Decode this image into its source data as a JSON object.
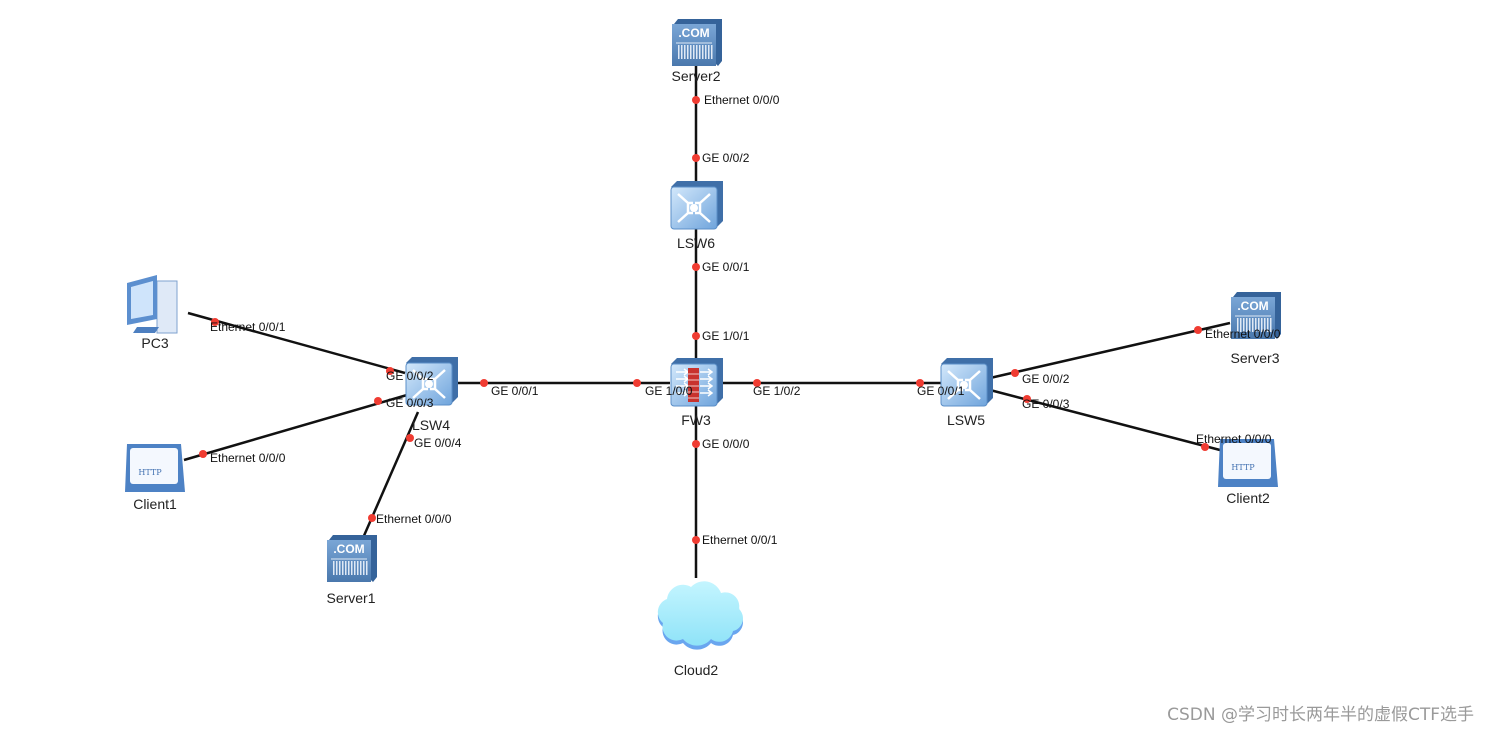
{
  "icon_text": {
    "server": ".COM",
    "client": "HTTP"
  },
  "colors": {
    "link": "#111111",
    "port_dot": "#f03c32",
    "device_blue": "#5a8cc4",
    "cloud": "#a8ecfb"
  },
  "nodes": [
    {
      "id": "server2",
      "name": "Server2",
      "type": "server"
    },
    {
      "id": "lsw6",
      "name": "LSW6",
      "type": "switch"
    },
    {
      "id": "fw3",
      "name": "FW3",
      "type": "firewall"
    },
    {
      "id": "cloud2",
      "name": "Cloud2",
      "type": "cloud"
    },
    {
      "id": "lsw4",
      "name": "LSW4",
      "type": "switch"
    },
    {
      "id": "lsw5",
      "name": "LSW5",
      "type": "switch"
    },
    {
      "id": "pc3",
      "name": "PC3",
      "type": "pc"
    },
    {
      "id": "client1",
      "name": "Client1",
      "type": "client"
    },
    {
      "id": "server1",
      "name": "Server1",
      "type": "server"
    },
    {
      "id": "server3",
      "name": "Server3",
      "type": "server"
    },
    {
      "id": "client2",
      "name": "Client2",
      "type": "client"
    }
  ],
  "links": [
    {
      "a": "server2",
      "b": "lsw6",
      "a_port": "Ethernet 0/0/0",
      "b_port": "GE 0/0/2"
    },
    {
      "a": "lsw6",
      "b": "fw3",
      "a_port": "GE 0/0/1",
      "b_port": "GE 1/0/1"
    },
    {
      "a": "fw3",
      "b": "cloud2",
      "a_port": "GE 0/0/0",
      "b_port": "Ethernet 0/0/1"
    },
    {
      "a": "lsw4",
      "b": "fw3",
      "a_port": "GE 0/0/1",
      "b_port": "GE 1/0/0"
    },
    {
      "a": "fw3",
      "b": "lsw5",
      "a_port": "GE 1/0/2",
      "b_port": "GE 0/0/1"
    },
    {
      "a": "pc3",
      "b": "lsw4",
      "a_port": "Ethernet 0/0/1",
      "b_port": "GE 0/0/2"
    },
    {
      "a": "client1",
      "b": "lsw4",
      "a_port": "Ethernet 0/0/0",
      "b_port": "GE 0/0/3"
    },
    {
      "a": "server1",
      "b": "lsw4",
      "a_port": "Ethernet 0/0/0",
      "b_port": "GE 0/0/4"
    },
    {
      "a": "lsw5",
      "b": "server3",
      "a_port": "GE 0/0/2",
      "b_port": "Ethernet 0/0/0"
    },
    {
      "a": "lsw5",
      "b": "client2",
      "a_port": "GE 0/0/3",
      "b_port": "Ethernet 0/0/0"
    }
  ],
  "watermark": "CSDN @学习时长两年半的虚假CTF选手"
}
